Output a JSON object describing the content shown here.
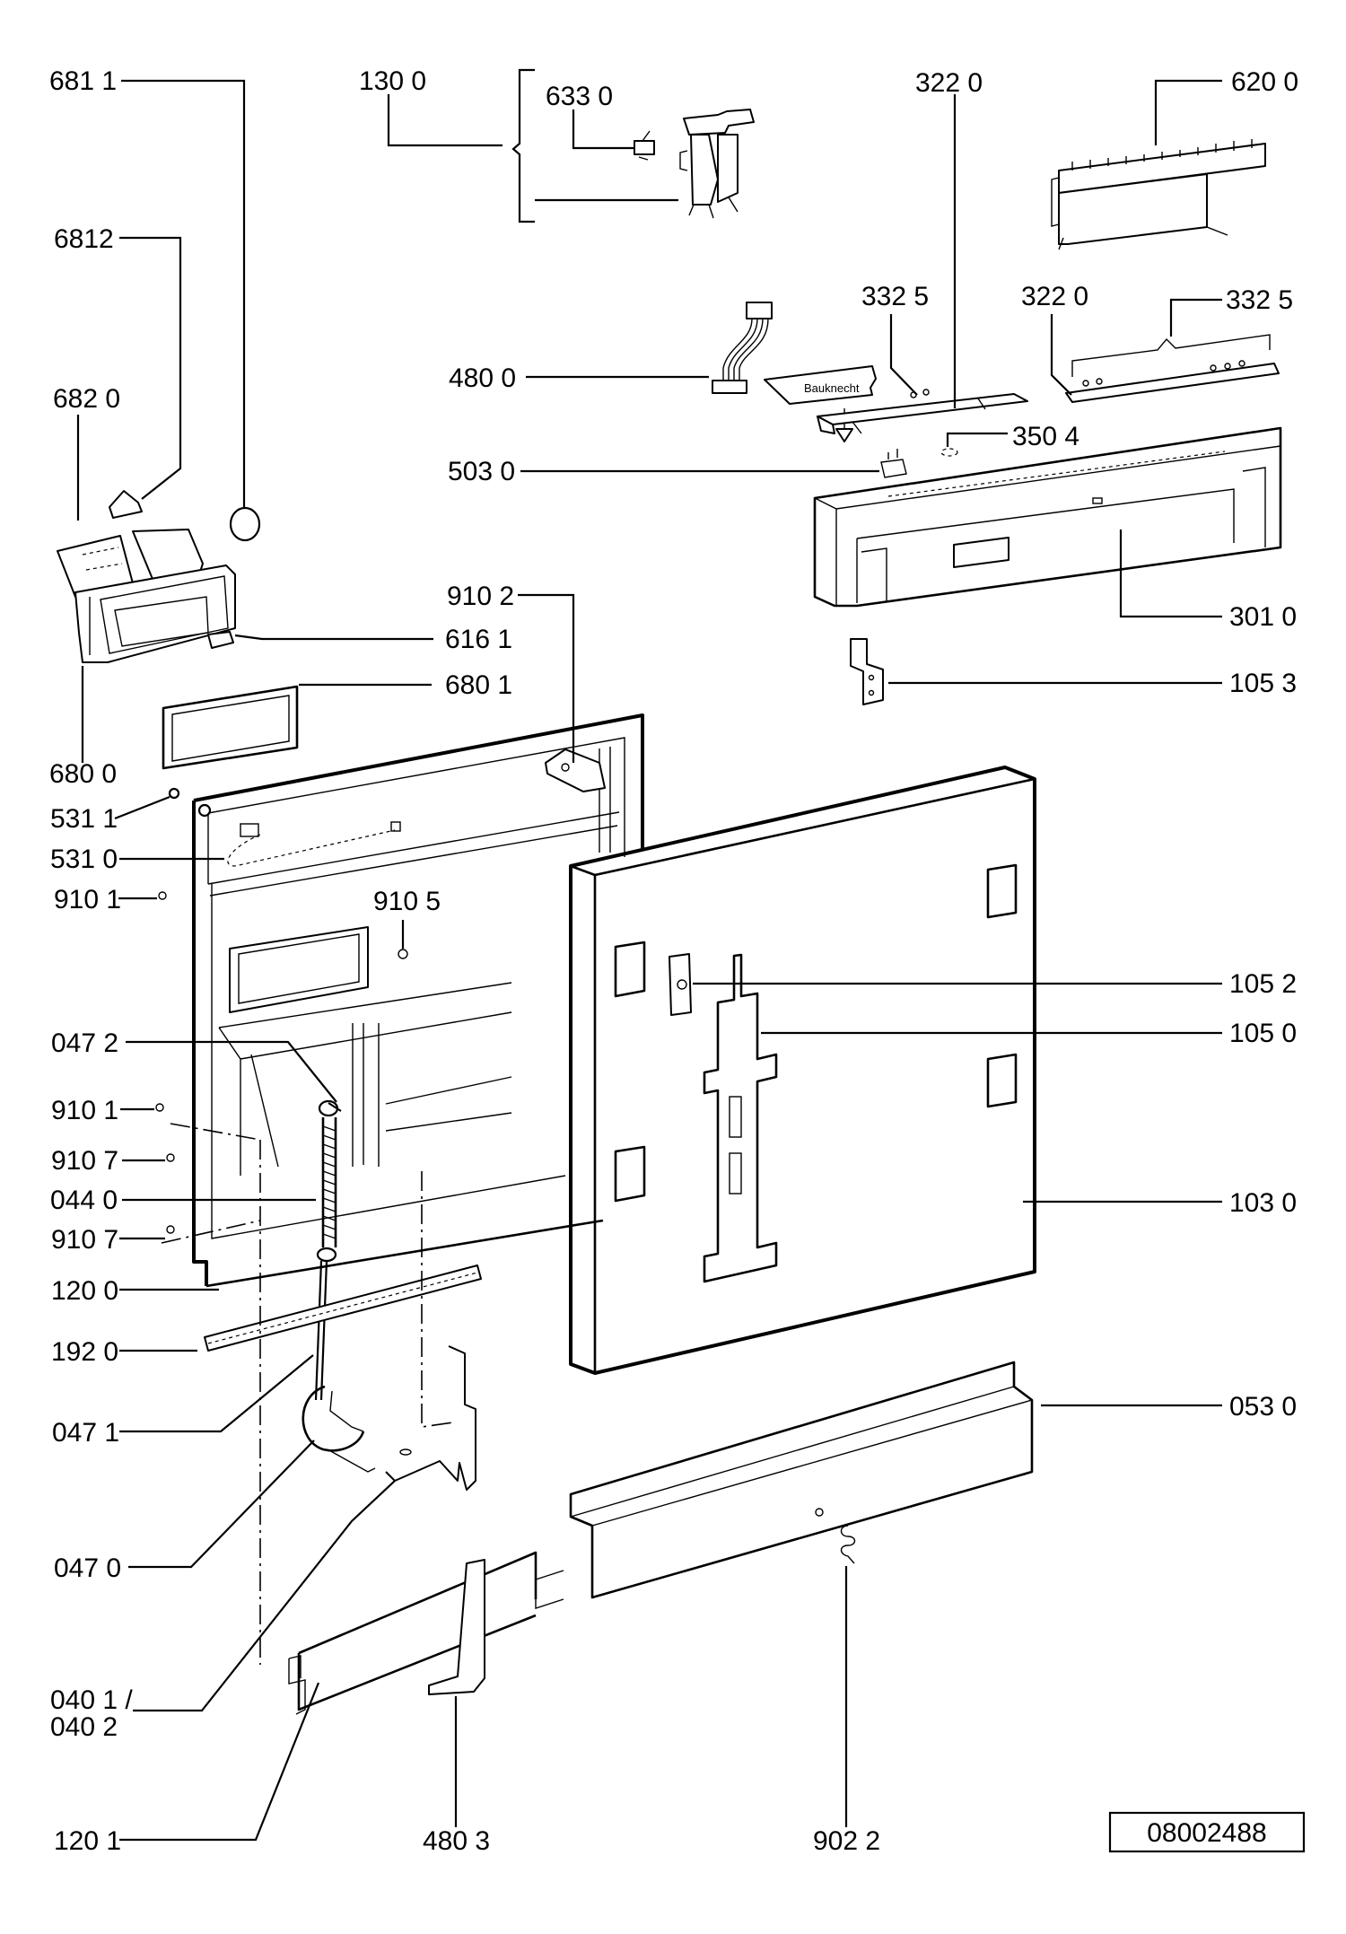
{
  "diagram": {
    "title": "Exploded parts diagram – dishwasher door assembly",
    "document_number": "08002488",
    "brand_mark": "Bauknecht",
    "labels": [
      {
        "id": "p6811",
        "text": "681 1"
      },
      {
        "id": "p1300",
        "text": "130 0"
      },
      {
        "id": "p6330",
        "text": "633 0"
      },
      {
        "id": "p3220a",
        "text": "322 0"
      },
      {
        "id": "p6200",
        "text": "620 0"
      },
      {
        "id": "p6812",
        "text": "6812"
      },
      {
        "id": "p3325a",
        "text": "332 5"
      },
      {
        "id": "p3220b",
        "text": "322  0"
      },
      {
        "id": "p3325b",
        "text": "332  5"
      },
      {
        "id": "p4800",
        "text": "480 0"
      },
      {
        "id": "p6820",
        "text": "682 0"
      },
      {
        "id": "p3504",
        "text": "350 4"
      },
      {
        "id": "p5030",
        "text": "503  0"
      },
      {
        "id": "p9102",
        "text": "910 2"
      },
      {
        "id": "p3010",
        "text": "301 0"
      },
      {
        "id": "p6161",
        "text": "616 1"
      },
      {
        "id": "p6801",
        "text": "680 1"
      },
      {
        "id": "p1053",
        "text": "105 3"
      },
      {
        "id": "p6800",
        "text": "680 0"
      },
      {
        "id": "p5311",
        "text": "531 1"
      },
      {
        "id": "p5310",
        "text": "531 0"
      },
      {
        "id": "p9101a",
        "text": "910 1"
      },
      {
        "id": "p9105",
        "text": "910 5"
      },
      {
        "id": "p1052",
        "text": "105 2"
      },
      {
        "id": "p0472",
        "text": "047 2"
      },
      {
        "id": "p1050",
        "text": "105 0"
      },
      {
        "id": "p9101b",
        "text": "910 1"
      },
      {
        "id": "p9107a",
        "text": "910 7"
      },
      {
        "id": "p0440",
        "text": "044 0"
      },
      {
        "id": "p1030",
        "text": "103 0"
      },
      {
        "id": "p9107b",
        "text": "910 7"
      },
      {
        "id": "p1200",
        "text": "120 0"
      },
      {
        "id": "p1920",
        "text": "192 0"
      },
      {
        "id": "p0530",
        "text": "053 0"
      },
      {
        "id": "p0471",
        "text": "047 1"
      },
      {
        "id": "p0470",
        "text": "047 0"
      },
      {
        "id": "p0401",
        "text": "040 1 /"
      },
      {
        "id": "p0402",
        "text": "040 2"
      },
      {
        "id": "p1201",
        "text": "120 1"
      },
      {
        "id": "p4803",
        "text": "480 3"
      },
      {
        "id": "p9022",
        "text": "902 2"
      }
    ]
  }
}
